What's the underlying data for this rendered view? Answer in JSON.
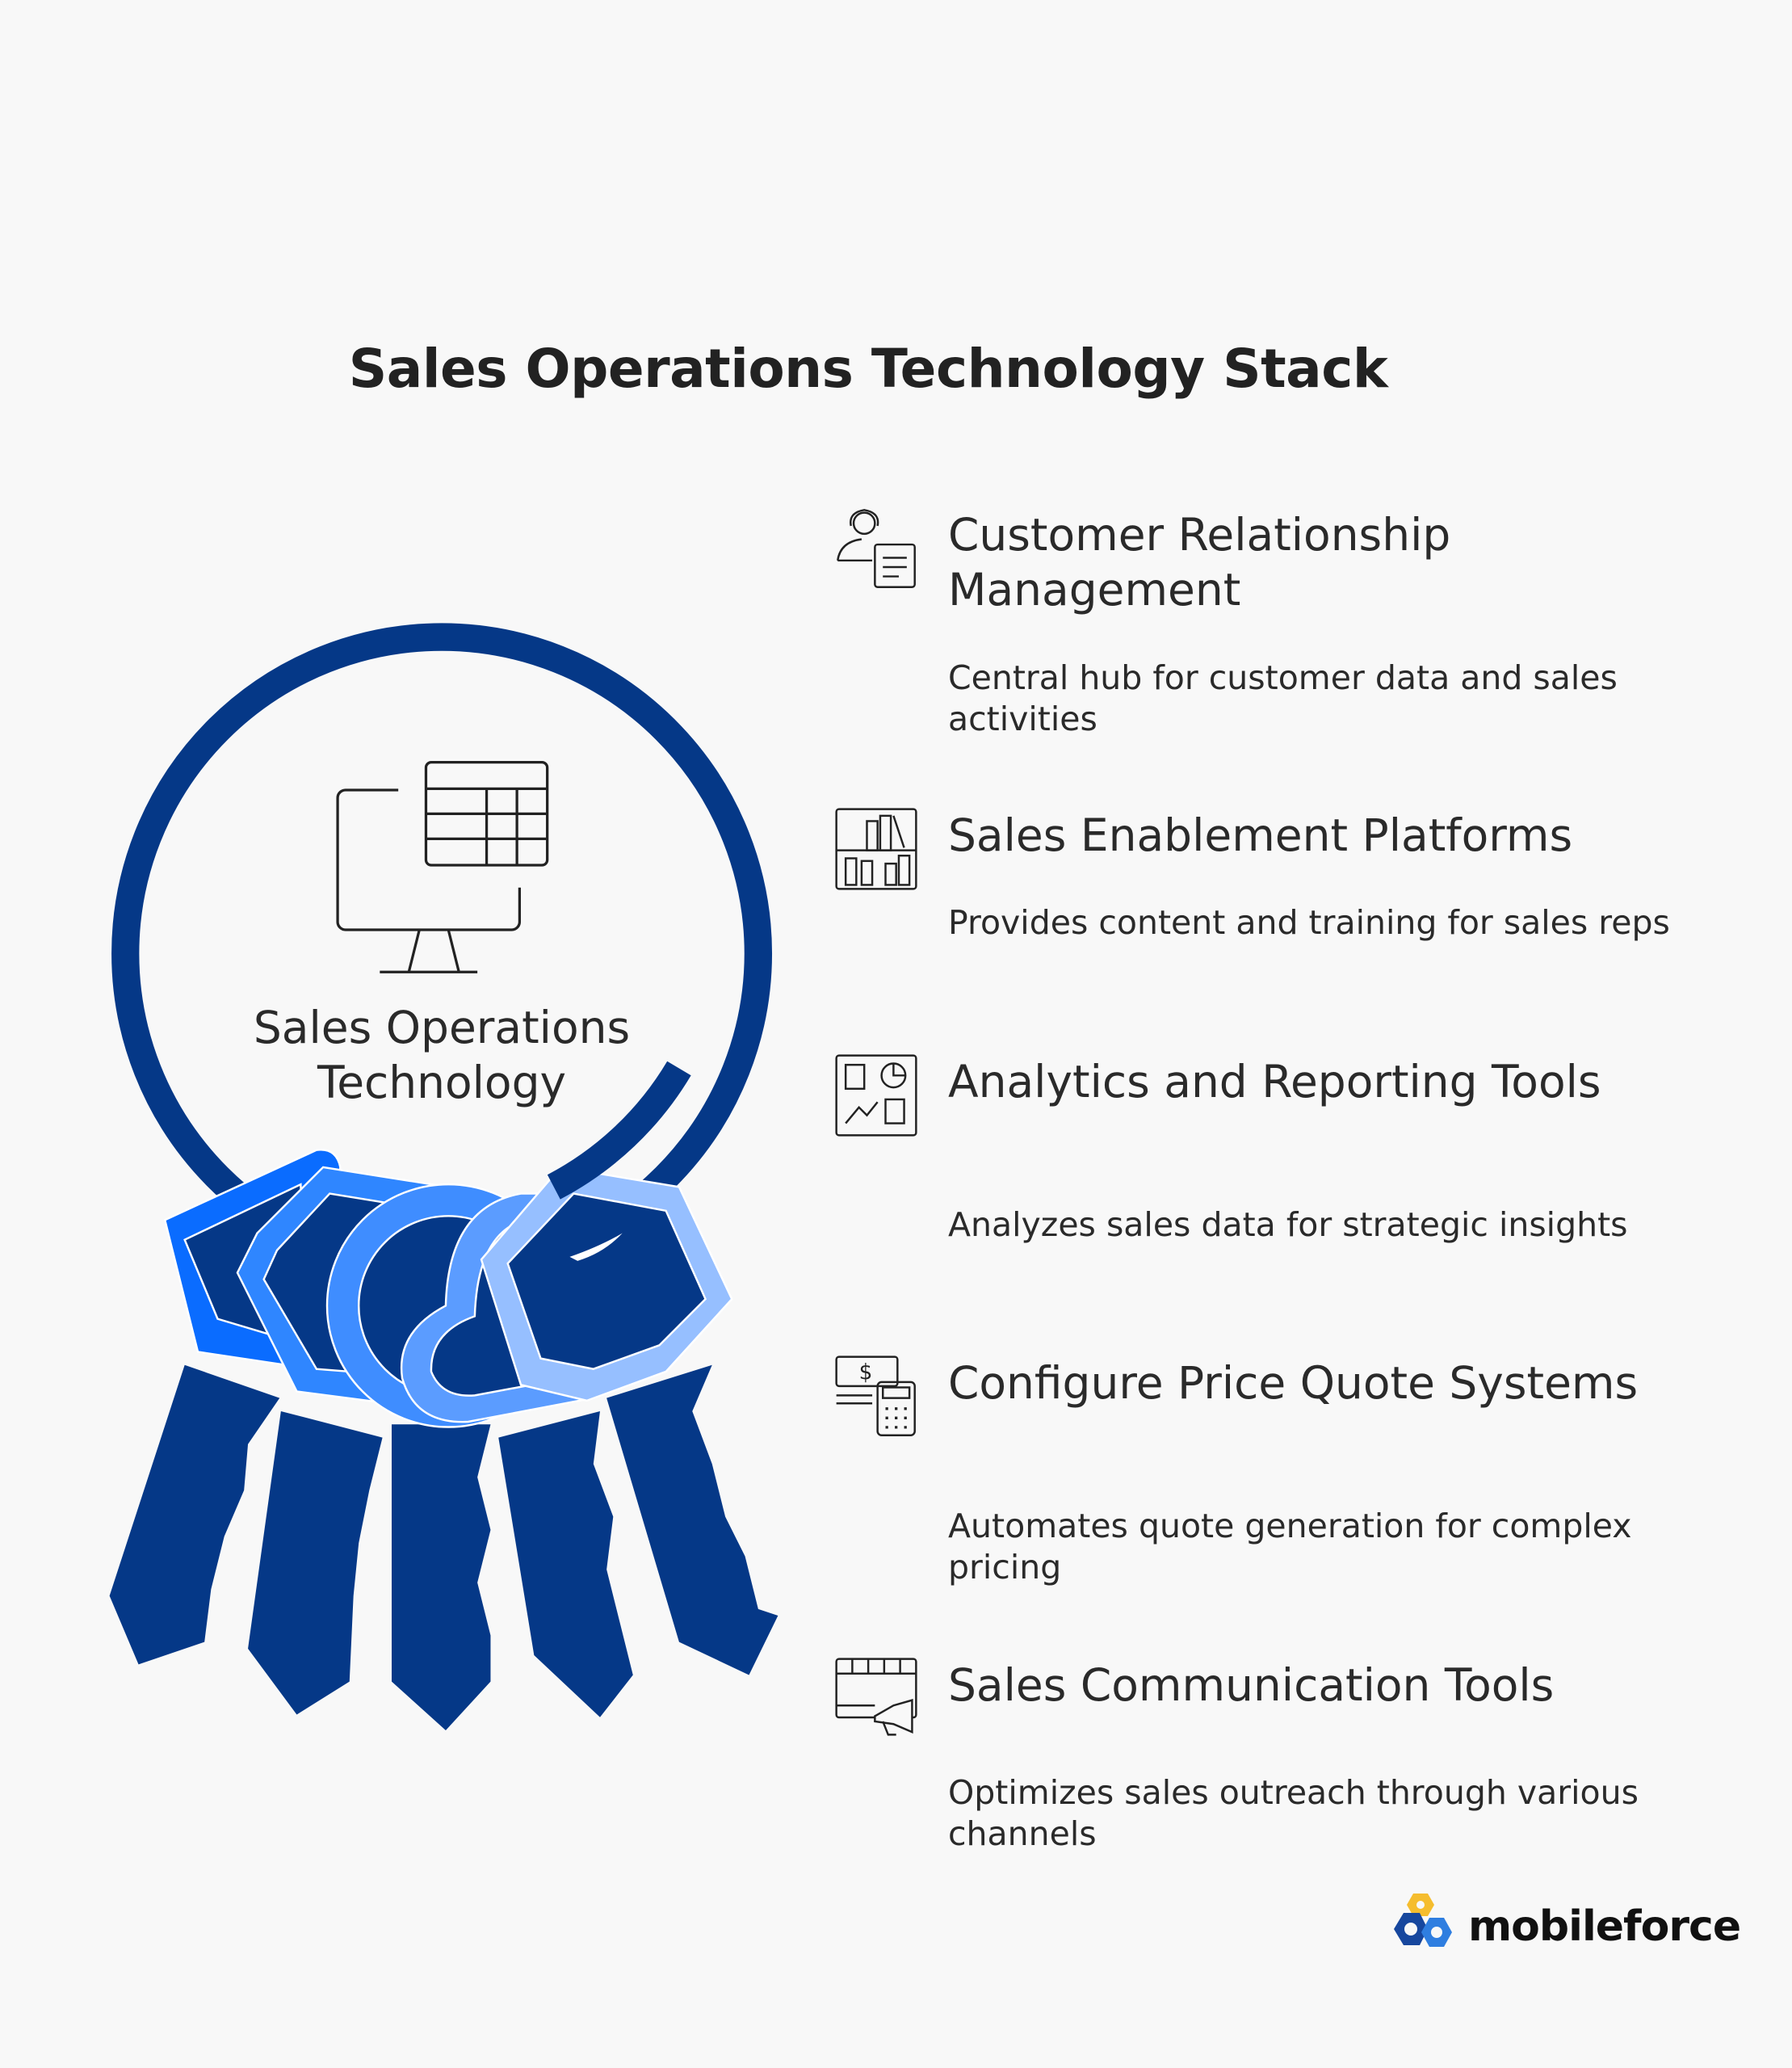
{
  "title": "Sales Operations Technology Stack",
  "center": {
    "line1": "Sales Operations",
    "line2": "Technology",
    "icon": "computer-table-icon"
  },
  "items": [
    {
      "heading": "Customer Relationship Management",
      "description": "Central hub for customer data and sales activities",
      "icon": "customer-document-icon"
    },
    {
      "heading": "Sales Enablement Platforms",
      "description": "Provides content and training for sales reps",
      "icon": "library-books-icon"
    },
    {
      "heading": "Analytics and Reporting Tools",
      "description": "Analyzes sales data for strategic insights",
      "icon": "analytics-dashboard-icon"
    },
    {
      "heading": "Configure Price Quote Systems",
      "description": "Automates quote generation for complex pricing",
      "icon": "price-calculator-icon"
    },
    {
      "heading": "Sales Communication Tools",
      "description": "Optimizes sales outreach through various channels",
      "icon": "megaphone-calendar-icon"
    }
  ],
  "logo": {
    "text": "mobileforce"
  },
  "colors": {
    "ring": "#053887",
    "key_dark": "#053887",
    "key1": "#0a6cff",
    "key2": "#2f86ff",
    "key3": "#3f8dff",
    "key4": "#5b9cff",
    "key5": "#96bfff",
    "logo_yellow": "#f5bd2e"
  }
}
